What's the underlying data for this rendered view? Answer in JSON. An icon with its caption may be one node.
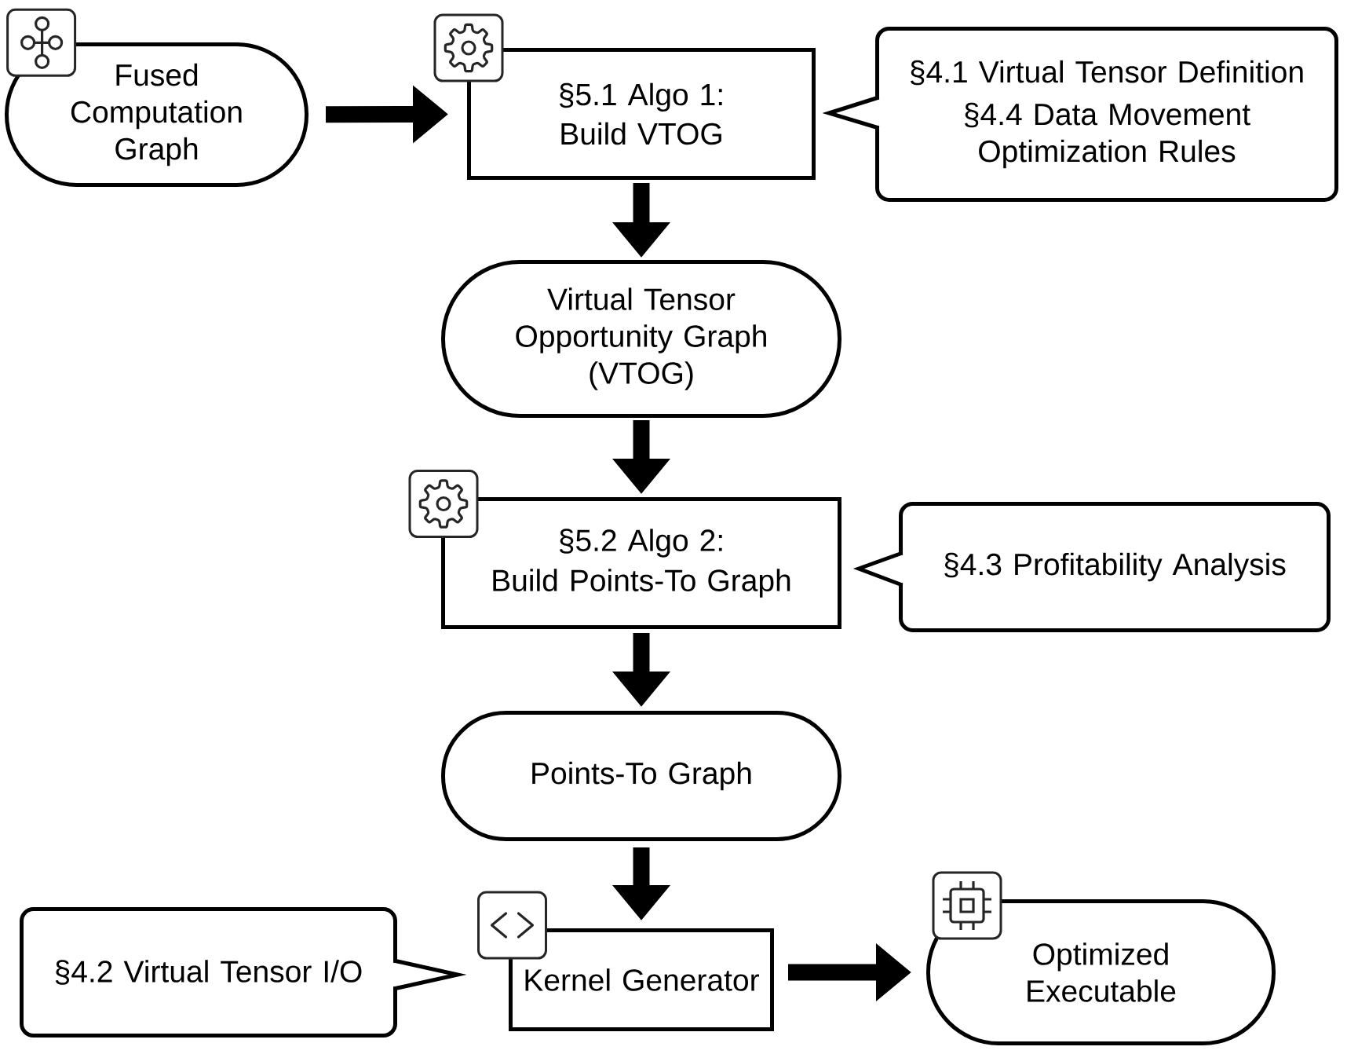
{
  "diagram": {
    "nodes": [
      {
        "text": [
          "Fused Computation Graph"
        ]
      },
      {
        "text": [
          "§5.1 Algo 1:",
          "Build VTOG"
        ]
      },
      {
        "text": [
          "§4.1 Virtual Tensor Definition",
          "§4.4 Data Movement Optimization Rules"
        ]
      },
      {
        "text": [
          "Virtual Tensor Opportunity Graph (VTOG)"
        ]
      },
      {
        "text": [
          "§5.2 Algo 2:",
          "Build Points-To Graph"
        ]
      },
      {
        "text": [
          "§4.3 Profitability Analysis"
        ]
      },
      {
        "text": [
          "Points-To Graph"
        ]
      },
      {
        "text": [
          "§4.2 Virtual Tensor I/O"
        ]
      },
      {
        "text": [
          "Kernel Generator"
        ]
      },
      {
        "text": [
          "Optimized Executable"
        ]
      }
    ],
    "edges": [
      {
        "from": 0,
        "to": 1,
        "arrow": "to"
      },
      {
        "from": 1,
        "to": 3,
        "arrow": "to"
      },
      {
        "from": 3,
        "to": 4,
        "arrow": "to"
      },
      {
        "from": 4,
        "to": 6,
        "arrow": "to"
      },
      {
        "from": 6,
        "to": 8,
        "arrow": "to"
      },
      {
        "from": 8,
        "to": 9,
        "arrow": "to"
      }
    ]
  }
}
